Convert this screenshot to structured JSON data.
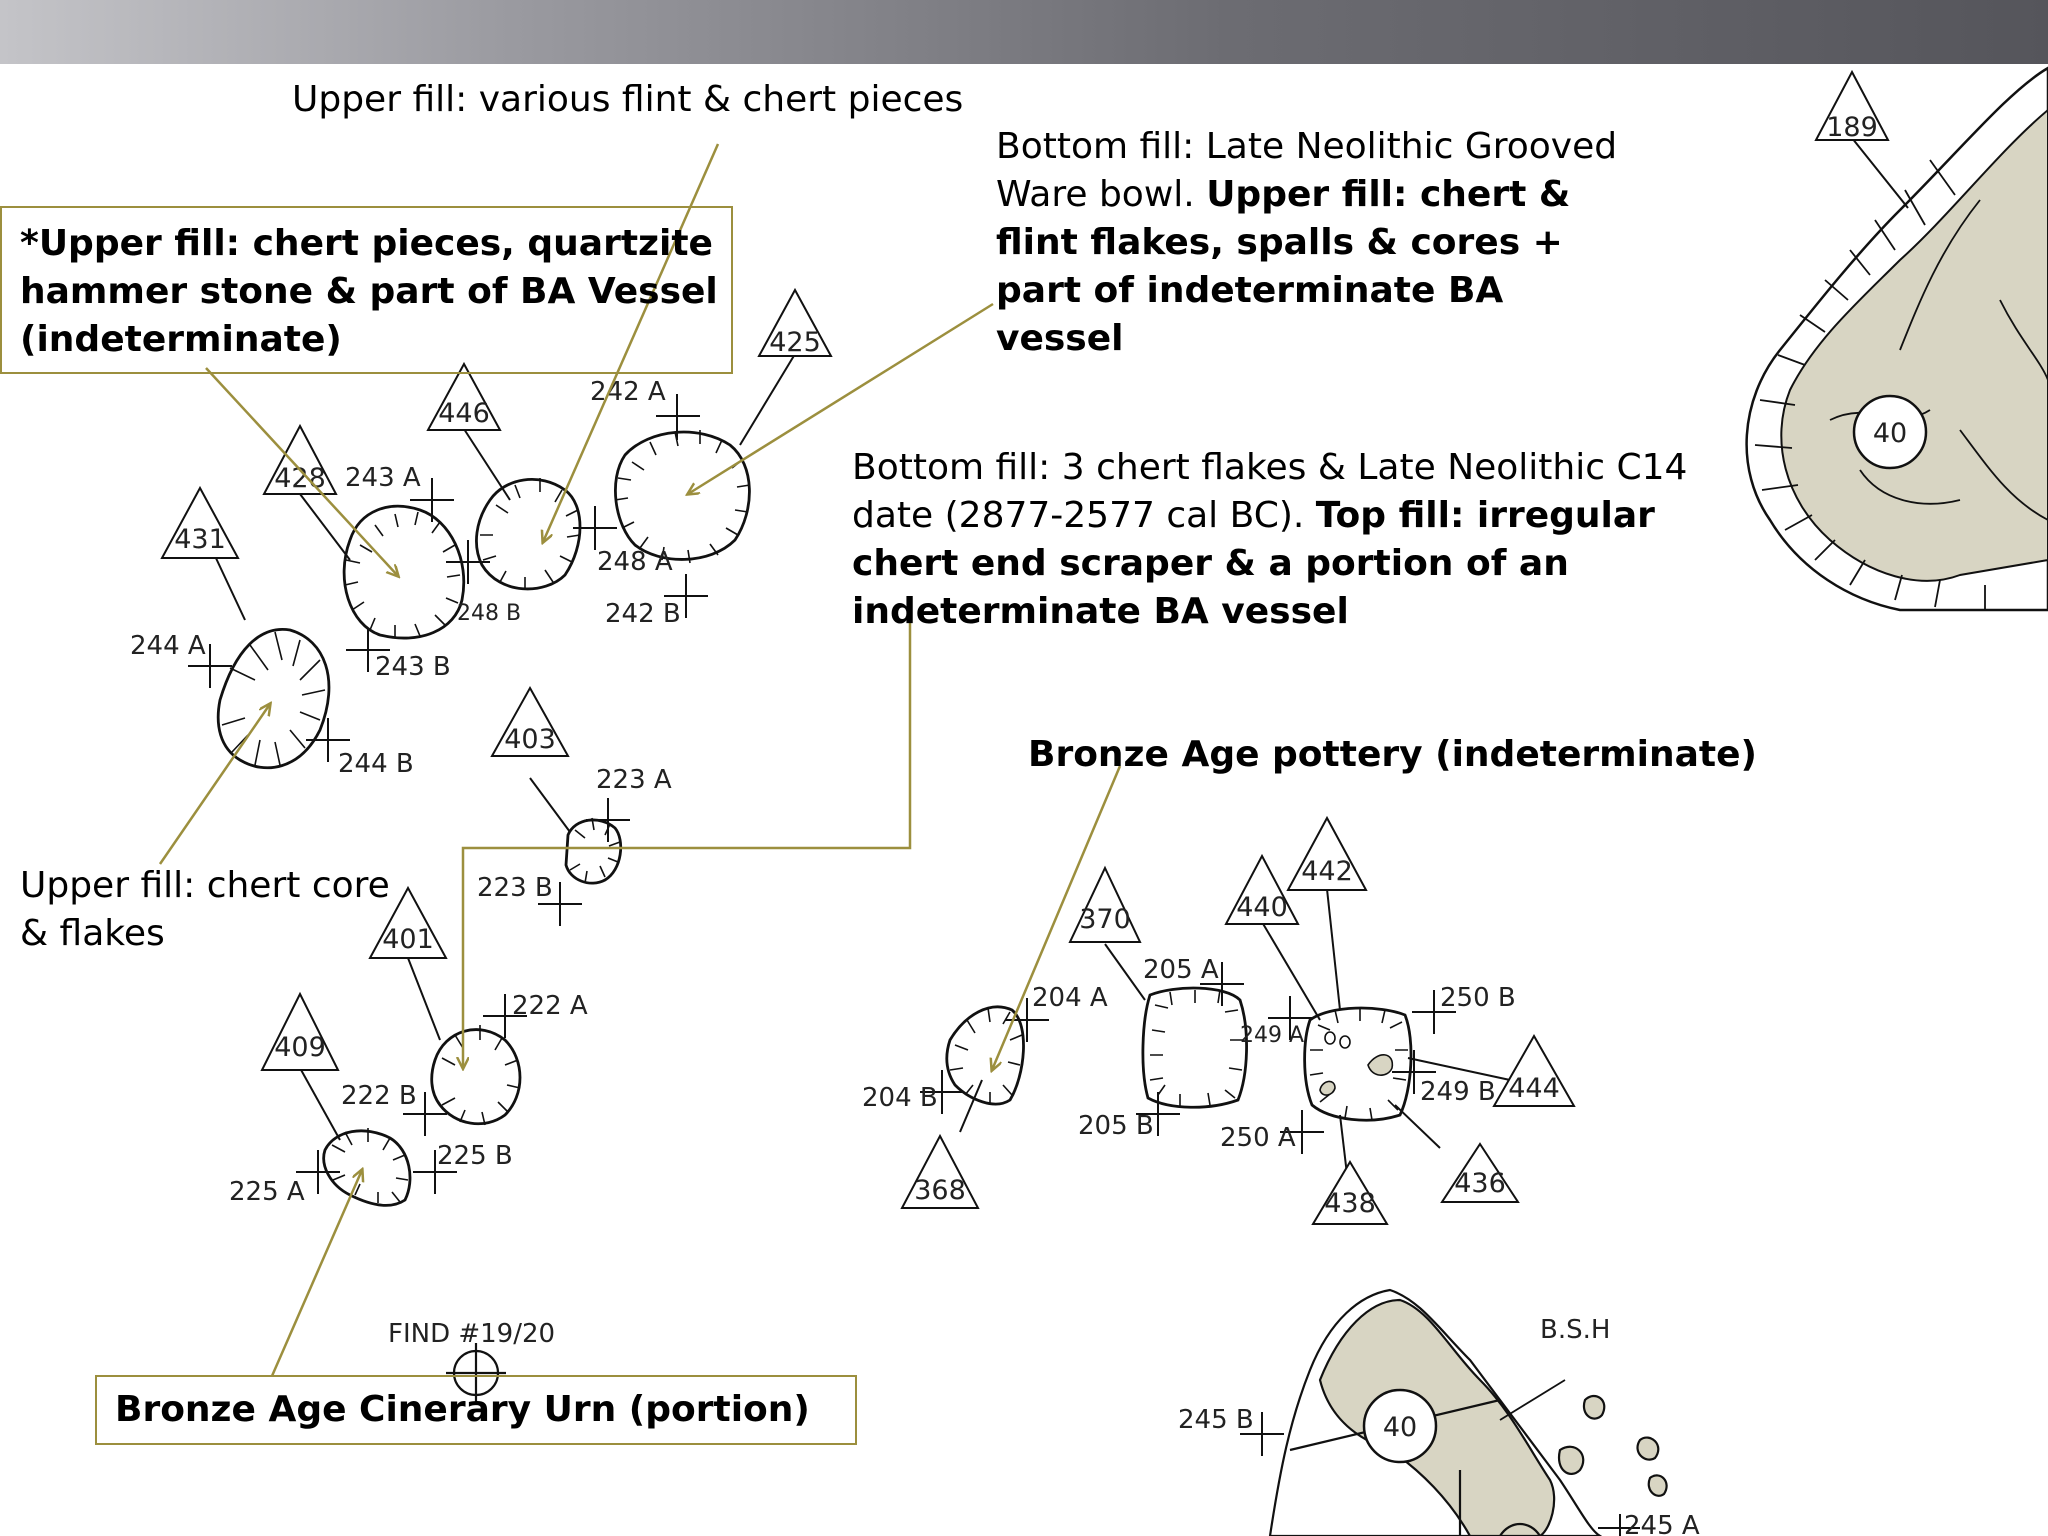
{
  "notes": {
    "upper_various": "Upper fill: various flint & chert pieces",
    "chert_quartzite": "*Upper fill: chert pieces, quartzite hammer stone & part of BA Vessel (indeterminate)",
    "grooved_ware": {
      "normal": "Bottom fill: Late Neolithic Grooved Ware bowl.",
      "bold": "Upper fill: chert & flint flakes, spalls & cores + part of indeterminate BA vessel"
    },
    "c14": {
      "normal": "Bottom fill: 3 chert flakes & Late Neolithic C14 date (2877-2577 cal BC).",
      "bold": "Top fill: irregular chert end scraper & a portion of an indeterminate BA vessel"
    },
    "ba_pottery": "Bronze Age pottery (indeterminate)",
    "chert_core": "Upper fill: chert core & flakes",
    "urn": "Bronze Age Cinerary Urn (portion)"
  },
  "markers": [
    "189",
    "425",
    "446",
    "428",
    "431",
    "403",
    "401",
    "409",
    "370",
    "440",
    "442",
    "444",
    "436",
    "438",
    "368"
  ],
  "pit_circles": [
    "40",
    "40"
  ],
  "points": [
    "242 A",
    "243 A",
    "248 A",
    "248 B",
    "242 B",
    "243 B",
    "244 A",
    "244 B",
    "223 A",
    "223 B",
    "222 A",
    "222 B",
    "225 B",
    "225 A",
    "205 A",
    "204 A",
    "249 A",
    "250 B",
    "249 B",
    "204 B",
    "205 B",
    "250 A",
    "245 B",
    "245 A"
  ],
  "find": "FIND #19/20",
  "bsh": "B.S.H",
  "colors": {
    "leader": "#9c8f3e",
    "feature_fill": "#d8d5c3",
    "ink": "#111111"
  }
}
